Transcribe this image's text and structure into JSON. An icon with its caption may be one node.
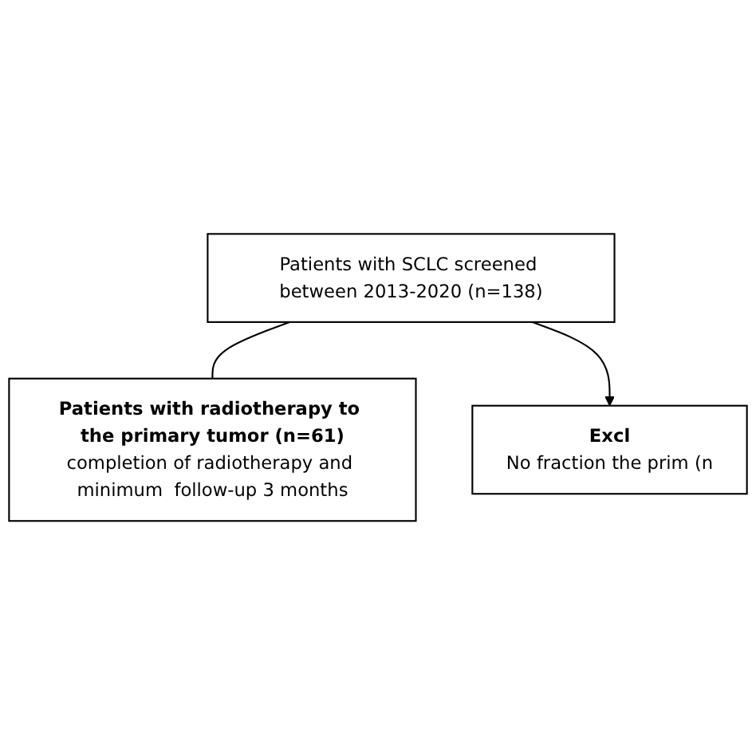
{
  "diagram": {
    "nodes": [
      {
        "text": [
          "Patients with SCLC screened between 2013-2020 (n=138)"
        ]
      },
      {
        "text": [
          "Excl",
          "No fraction the prim (n"
        ]
      },
      {
        "text": [
          "Patients with radiotherapy to the primary tumor (n=61)",
          "completion of radiotherapy and minimum  follow-up 3 months"
        ]
      }
    ],
    "edges": [
      {
        "from": 0,
        "to": 2,
        "arrow": "none"
      },
      {
        "from": 0,
        "to": 1,
        "arrow": "to"
      }
    ]
  }
}
